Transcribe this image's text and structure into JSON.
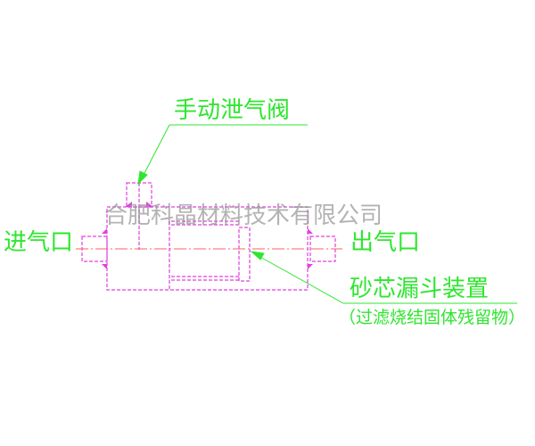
{
  "labels": {
    "vent_valve": "手动泄气阀",
    "inlet": "进气口",
    "outlet": "出气口",
    "funnel": "砂芯漏斗装置",
    "funnel_note": "（过滤烧结固体残留物）"
  },
  "watermark": "合肥科晶材料技术有限公司",
  "colors": {
    "outline": "#e040e0",
    "label": "#2ee62e",
    "centerline": "#ff6060"
  }
}
